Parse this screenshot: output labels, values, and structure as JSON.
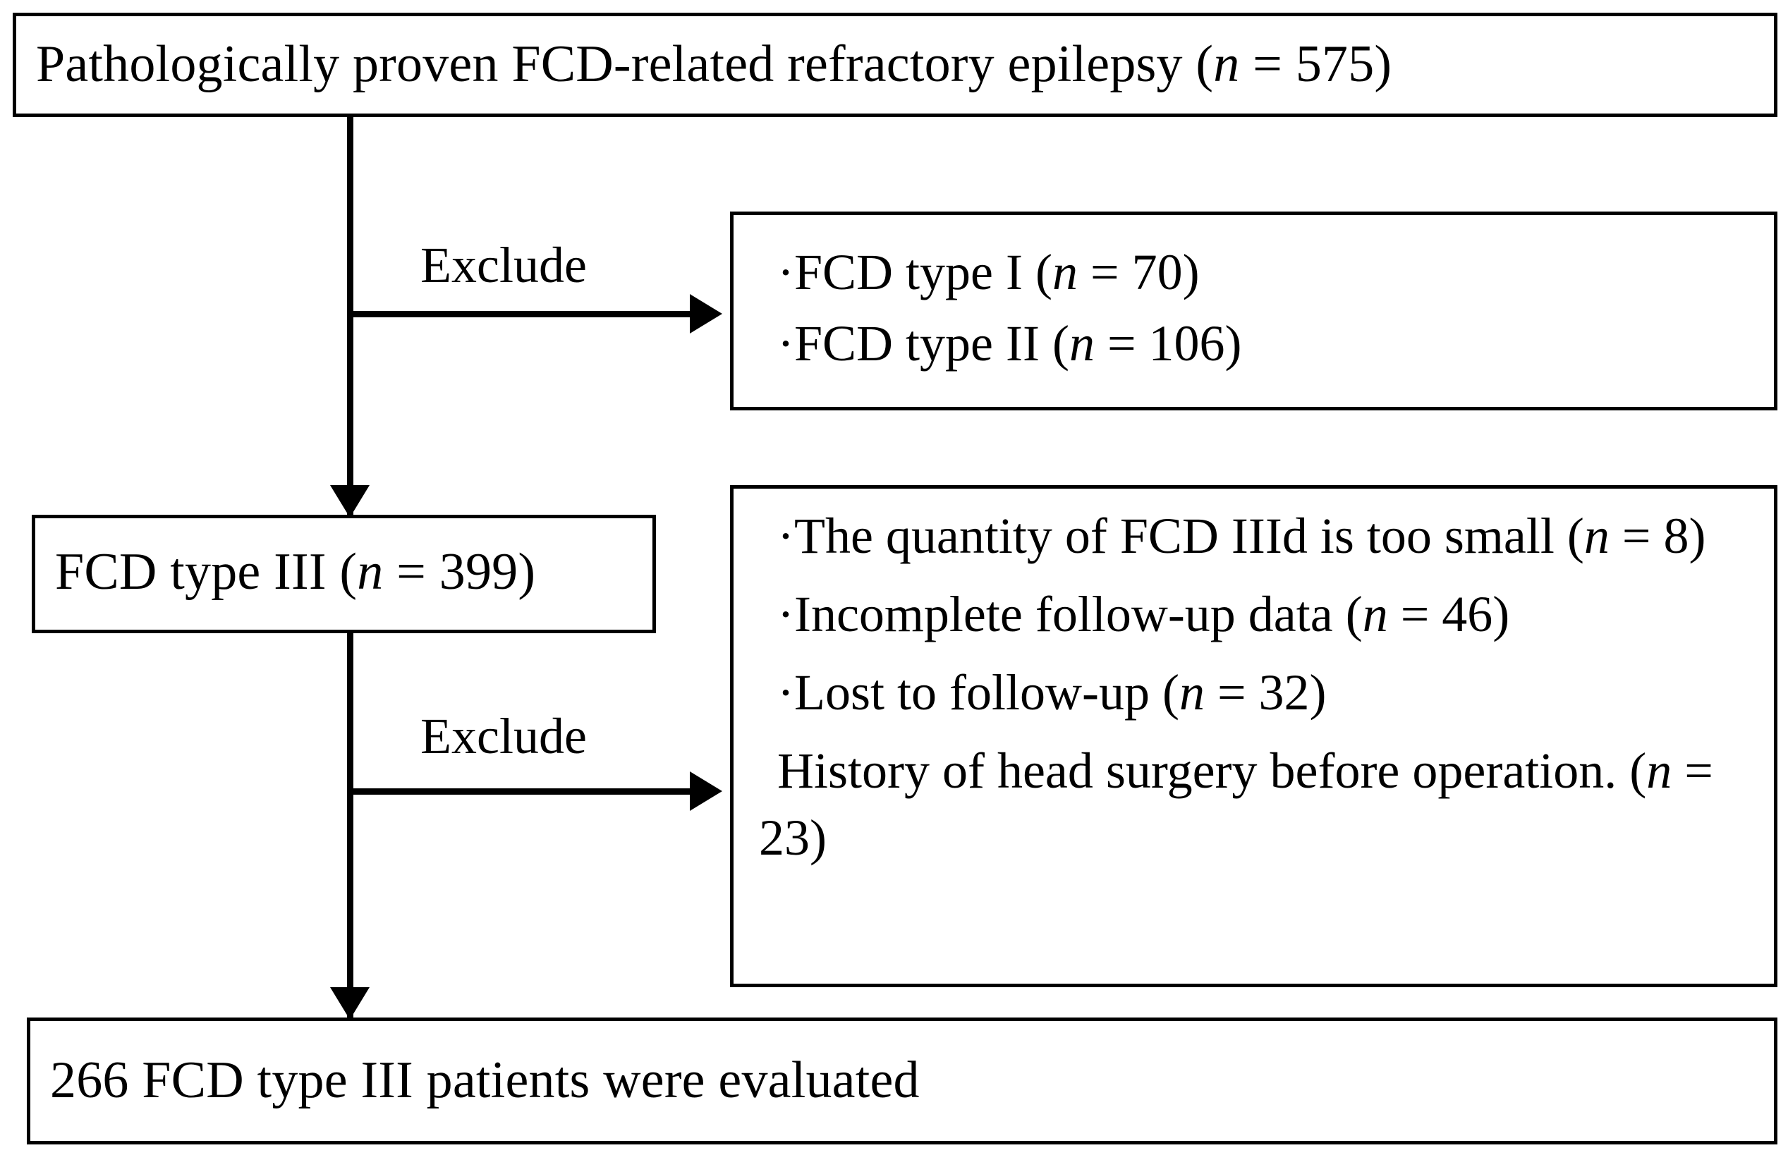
{
  "figure": {
    "type": "flowchart",
    "title": "FCD type III patient selection flow"
  },
  "nodes": {
    "top": {
      "text_before_n": "Pathologically proven FCD-related refractory epilepsy (",
      "n_symbol": "n",
      "text_after_n": " = 575)"
    },
    "fcd3": {
      "text_before_n": "FCD type III (",
      "n_symbol": "n",
      "text_after_n": " = 399)"
    },
    "bottom": {
      "text": "266 FCD type III patients were evaluated"
    }
  },
  "exclusions": {
    "label_1": "Exclude",
    "label_2": "Exclude",
    "box_1": {
      "items": [
        {
          "bullet": "·",
          "text_before_n": "FCD type I (",
          "n_symbol": "n",
          "text_after_n": " = 70)"
        },
        {
          "bullet": "·",
          "text_before_n": "FCD type II (",
          "n_symbol": "n",
          "text_after_n": " = 106)"
        }
      ]
    },
    "box_2": {
      "items": [
        {
          "bullet": "·",
          "text_before_n": "The quantity of FCD IIId is too small (",
          "n_symbol": "n",
          "text_after_n": " = 8)"
        },
        {
          "bullet": "·",
          "text_before_n": "Incomplete follow-up data (",
          "n_symbol": "n",
          "text_after_n": " = 46)"
        },
        {
          "bullet": "·",
          "text_before_n": "Lost to follow-up (",
          "n_symbol": "n",
          "text_after_n": " = 32)"
        },
        {
          "bullet": "",
          "text_before_n": "History of head surgery before operation. (",
          "n_symbol": "n",
          "text_after_n": " = 23)"
        }
      ]
    }
  },
  "style": {
    "stroke": "#000000",
    "background": "#ffffff",
    "text_color": "#000000"
  }
}
